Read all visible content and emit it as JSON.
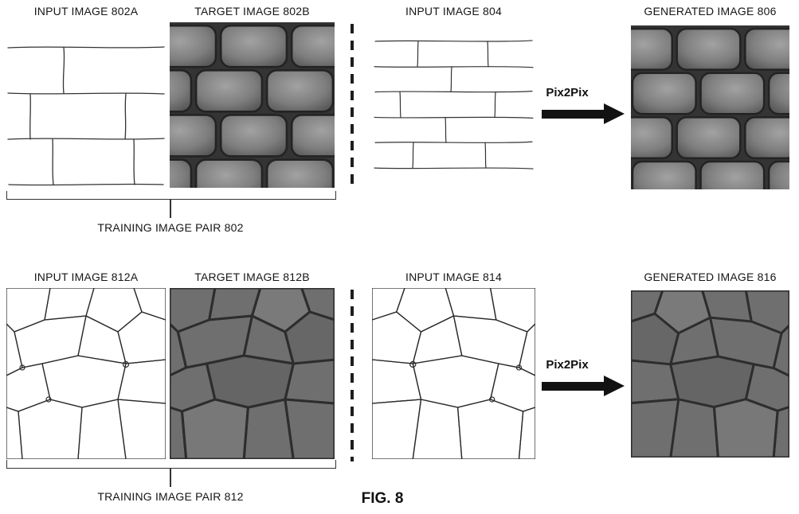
{
  "figure_caption": "FIG. 8",
  "rows": [
    {
      "panels": {
        "input_a": "INPUT IMAGE 802A",
        "target": "TARGET IMAGE 802B",
        "input_b": "INPUT IMAGE 804",
        "generated": "GENERATED IMAGE 806"
      },
      "arrow_label": "Pix2Pix",
      "bracket_label": "TRAINING IMAGE PAIR 802"
    },
    {
      "panels": {
        "input_a": "INPUT IMAGE 812A",
        "target": "TARGET IMAGE 812B",
        "input_b": "INPUT IMAGE 814",
        "generated": "GENERATED IMAGE 816"
      },
      "arrow_label": "Pix2Pix",
      "bracket_label": "TRAINING IMAGE PAIR 812"
    }
  ]
}
